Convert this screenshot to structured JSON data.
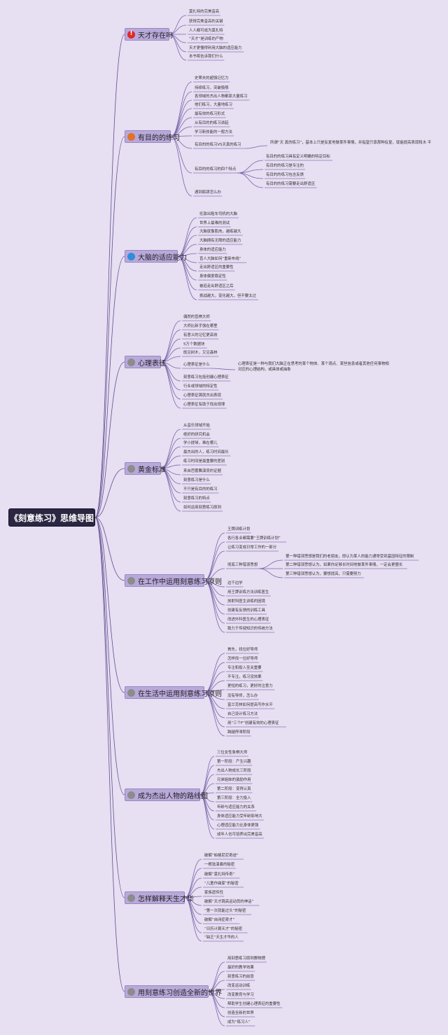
{
  "root": {
    "label": "《刻意练习》思维导图"
  },
  "branches": [
    {
      "label": "天才存在吗",
      "icon": "red",
      "items": [
        "莫扎特的完美音高",
        "获得完美音高的关键",
        "人人都可成为莫扎特",
        "“天才”是训练的产物",
        "天才更懂得利用大脑的适应能力",
        "本书将告诉我们什么"
      ]
    },
    {
      "label": "有目的的练习",
      "icon": "orange",
      "items": [
        "史蒂夫的超强记忆力",
        "持续练习，突破极限",
        "各领域的杰出人物都靠大量练习",
        "他们练习，大量地练习",
        "最有效的练习形式",
        "从有目的的练习讲起",
        "学习新技能的一般方法",
        "有目的的练习VS天真的练习",
        "有目的的练习的四个特点",
        "遇到瓶颈怎么办"
      ],
      "note": "所谓“天 真的练习”，基本上只是反复地做某件事情，并指望只靠那种反复，就能提高表现和水 平",
      "features": [
        "有目的的练习具有定义明确的特定目标",
        "有目的的练习是专注的",
        "有目的的练习包含反馈",
        "有目的的练习需要走出舒适区"
      ]
    },
    {
      "label": "大脑的适应能力",
      "icon": "blue",
      "items": [
        "伦敦出租车司机的大脑",
        "世界上最难的测试",
        "大脑就像肌肉，越练越大",
        "大脑拥有无限的适应能力",
        "身体的适应能力",
        "盲人大脑如何“重新布线”",
        "走出舒适区的重要性",
        "身体偏爱稳定性",
        "被迫走出舒适区之后",
        "挑战越大，变化越大，但不要太过"
      ]
    },
    {
      "label": "心理表征",
      "icon": "gray",
      "items": [
        "偶然的盲棋大师",
        "大师比新手强在哪里",
        "有意义的记忆更高效",
        "5万个数据块",
        "既见树木，又见森林",
        "心理表征是什么",
        "刻意练习包括创建心理表征",
        "行业或领域的特定性",
        "心理表征铸就杰出表现",
        "心理表征有助于找出规律"
      ],
      "note": "心理表征是一种与我们大脑正在思考的某个物体、某个观点、某些信息或者其他任何事物相对应的心理结构，或具体或抽象"
    },
    {
      "label": "黄金标准",
      "icon": "gray",
      "items": [
        "从音乐领域开始",
        "绝好的研究机会",
        "学小提琴，难在哪儿",
        "最杰出的人，练习时间最长",
        "练习时间是最重要的差别",
        "来自芭蕾舞演员的证据",
        "刻意练习是什么",
        "不只是有目的的练习",
        "刻意练习的特点",
        "如何运用刻意练习原则"
      ]
    },
    {
      "label": "在工作中运用刻意练习原则",
      "icon": "gray",
      "items": [
        "王牌训练计划",
        "各行各业都需要“王牌训练计划”",
        "让练习变成日常工作的一部分",
        "彻底三种错误思想",
        "边干边学",
        "用王牌训练方法训练医生",
        "放射科医生训练的困境",
        "创建有反馈的训练工具",
        "改进外科医生的心理表征",
        "致力于传授知识的传统方法"
      ],
      "errors": [
        "第一种错误思想是我们的老朋友，即认为某人的能力通常受到基因特征的限制",
        "第二种错误思想认为，如果你足够长时间地做某件事情，一定会更擅长",
        "第三种错误思想认为，要想提高，只需要努力"
      ]
    },
    {
      "label": "在生活中运用刻意练习原则",
      "icon": "gray",
      "items": [
        "首先，找位好导师",
        "怎样找一位好导师",
        "专注和投入至关重要",
        "不专注，练习没效果",
        "更短的练习，更好的注意力",
        "没有导师，怎么办",
        "富兰克林如何提高写作水平",
        "自己设计练习方法",
        "用“三个F”创建有效的心理表征",
        "跨越停滞阶段"
      ]
    },
    {
      "label": "成为杰出人物的路线图",
      "icon": "gray",
      "items": [
        "三位女性象棋大师",
        "第一阶段：产生兴趣",
        "杰出人物成长三阶段",
        "兄弟姐妹的激励作用",
        "第二阶段：变得认真",
        "第三阶段：全力投入",
        "年龄与适应能力的关系",
        "身体适应能力受年龄影响大",
        "心理适应能力比身体更强",
        "成年人也可培养出完美音高"
      ]
    },
    {
      "label": "怎样解释天生才华",
      "icon": "gray",
      "items": [
        "破解“帕格尼尼奇迹”",
        "一根弦演奏的秘密",
        "破解“莫扎特传奇”",
        "“儿童作曲家”的秘密",
        "家族遗传性",
        "破解“天才跳高运动员的神话”",
        "“第一次就能过头”的秘密",
        "破解“自闭症奇才”",
        "“日历计算天才”的秘密",
        "“缺乏”天生才华的人"
      ]
    },
    {
      "label": "用刻意练习创造全新的世界",
      "icon": "gray",
      "items": [
        "用刻意练习原则教物理",
        "最好的教学效果",
        "刻意练习的前景",
        "改变运动训练",
        "改变教育与学习",
        "帮助学生创建心理表征的重要性",
        "创造全新的世界",
        "成为“练习人”"
      ]
    }
  ]
}
